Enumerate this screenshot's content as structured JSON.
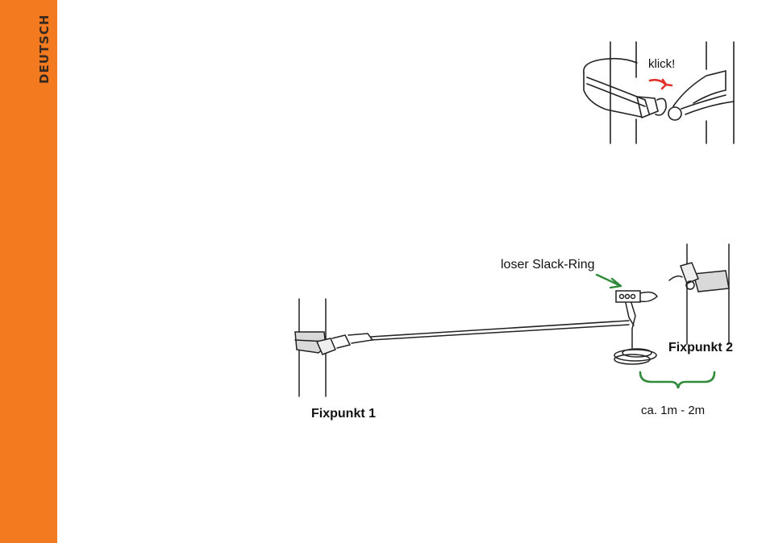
{
  "sidebar": {
    "language_label": "DEUTSCH"
  },
  "illustrations": {
    "buckle_detail": {
      "sound_label": "klick!"
    },
    "setup": {
      "ring_label": "loser Slack-Ring",
      "anchor1_label": "Fixpunkt 1",
      "anchor2_label": "Fixpunkt 2",
      "distance_label": "ca. 1m - 2m"
    }
  },
  "colors": {
    "sidebar": "#f47a20",
    "arrow_red": "#e2332b",
    "arrow_green": "#2f8a3a"
  }
}
